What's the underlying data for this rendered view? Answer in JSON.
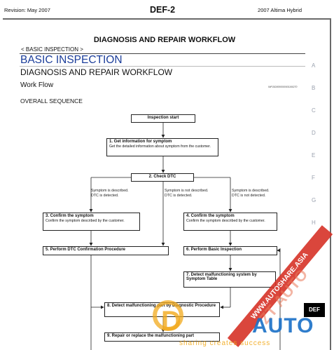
{
  "header": {
    "revision": "Revision: May 2007",
    "section": "DEF-2",
    "model": "2007 Altima Hybrid"
  },
  "page": {
    "heading": "DIAGNOSIS AND REPAIR WORKFLOW",
    "breadcrumb": "< BASIC INSPECTION >",
    "section_title": "BASIC INSPECTION",
    "subtitle": "DIAGNOSIS AND REPAIR WORKFLOW",
    "work_flow": "Work Flow",
    "code": "INFOID0000000001160270",
    "overall": "OVERALL SEQUENCE"
  },
  "side_letters": [
    "A",
    "B",
    "C",
    "D",
    "E",
    "F",
    "G",
    "H"
  ],
  "tab": "DEF",
  "flow": {
    "start": "Inspection start",
    "step1": {
      "title": "1. Get information for symptom",
      "desc": "Get the detailed information about symptom from the customer."
    },
    "step2": {
      "title": "2. Check DTC"
    },
    "branch_left": "Symptom is described. DTC is detected.",
    "branch_mid": "Symptom is not described. DTC is detected.",
    "branch_right": "Symptom is described. DTC is not detected.",
    "step3": {
      "title": "3. Confirm the symptom",
      "desc": "Confirm the symptom described by the customer."
    },
    "step4": {
      "title": "4. Confirm the symptom",
      "desc": "Confirm the symptom described by the customer."
    },
    "step5": {
      "title": "5. Perform DTC Confirmation Procedure"
    },
    "step6": {
      "title": "6. Perform Basic Inspection"
    },
    "step7": {
      "title": "7. Detect malfunctioning system by Symptom Table"
    },
    "step8": {
      "title": "8. Detect malfunctioning part by Diagnostic Procedure"
    },
    "step9": {
      "title": "9. Repair or replace the malfunctioning part"
    }
  },
  "watermark": {
    "band": "WWW.AUTOSHARE.ASIA",
    "big": "ZT AUTO",
    "logo_letter": "D",
    "logo_auto": "AUTO",
    "tagline": "sharing creates success"
  },
  "colors": {
    "section_title": "#1b3d9a",
    "frame": "#6a6a6a",
    "watermark_red": "#d73228",
    "logo_orange": "#f2a91c",
    "logo_blue": "#1e73c8"
  }
}
